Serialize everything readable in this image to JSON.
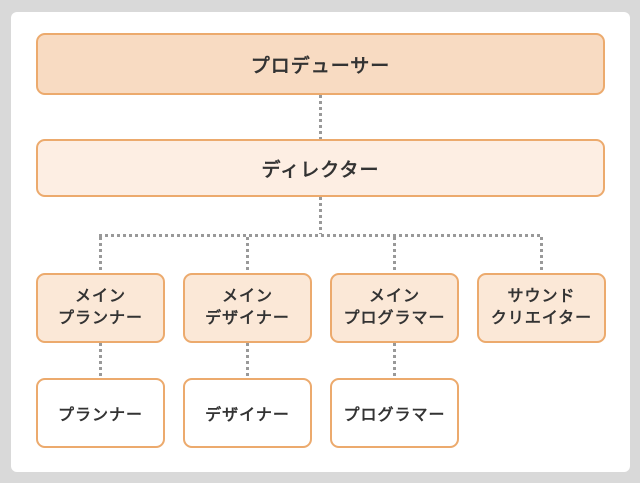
{
  "colors": {
    "background": "#d9d9d9",
    "card": "#ffffff",
    "node_border": "#ecaa6d",
    "node_fill_level1": "#f8dbc2",
    "node_fill_level2": "#fdeee3",
    "node_fill_level3": "#fbe8d7",
    "node_fill_level4": "#ffffff",
    "connector": "#999999",
    "text": "#333333"
  },
  "org_chart": {
    "type": "organization-chart",
    "level1": {
      "label": "プロデューサー"
    },
    "level2": {
      "label": "ディレクター"
    },
    "level3": [
      {
        "label": "メイン\nプランナー"
      },
      {
        "label": "メイン\nデザイナー"
      },
      {
        "label": "メイン\nプログラマー"
      },
      {
        "label": "サウンド\nクリエイター"
      }
    ],
    "level4": [
      {
        "label": "プランナー"
      },
      {
        "label": "デザイナー"
      },
      {
        "label": "プログラマー"
      }
    ]
  }
}
